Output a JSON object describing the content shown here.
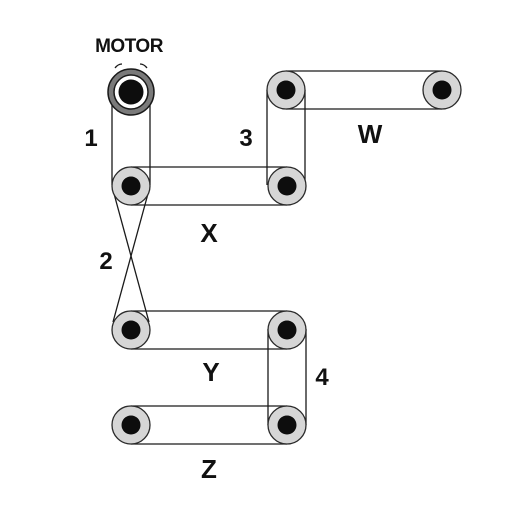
{
  "labels": {
    "motor": "MOTOR",
    "belt_1": "1",
    "belt_2": "2",
    "belt_3": "3",
    "belt_4": "4",
    "shaft_w": "W",
    "shaft_x": "X",
    "shaft_y": "Y",
    "shaft_z": "Z"
  },
  "colors": {
    "pulley_fill": "#d6d6d6",
    "hub": "#0d0d0d",
    "motor_ring": "#7a7a7a",
    "belt": "#1a1a1a"
  }
}
